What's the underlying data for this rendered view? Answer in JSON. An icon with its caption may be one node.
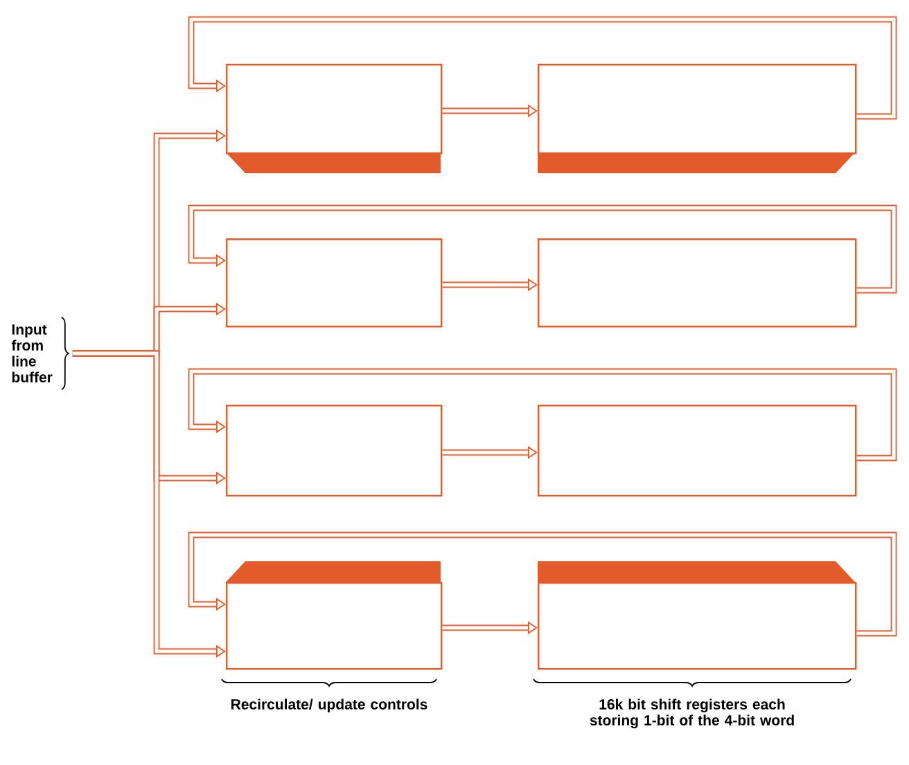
{
  "diagram": {
    "nodes": [
      {
        "text": [
          "Input from line buffer"
        ]
      },
      {
        "text": [],
        "shape": "box"
      },
      {
        "text": [],
        "shape": "box"
      },
      {
        "text": [],
        "shape": "box"
      },
      {
        "text": [],
        "shape": "box"
      },
      {
        "text": [],
        "shape": "box"
      },
      {
        "text": [],
        "shape": "box"
      },
      {
        "text": [],
        "shape": "box"
      },
      {
        "text": [],
        "shape": "box"
      }
    ],
    "edges": [
      {
        "from": 0,
        "to": 1,
        "arrow": "to"
      },
      {
        "from": 0,
        "to": 3,
        "arrow": "to"
      },
      {
        "from": 0,
        "to": 5,
        "arrow": "to"
      },
      {
        "from": 0,
        "to": 7,
        "arrow": "to"
      },
      {
        "from": 1,
        "to": 2,
        "arrow": "to"
      },
      {
        "from": 3,
        "to": 4,
        "arrow": "to"
      },
      {
        "from": 5,
        "to": 6,
        "arrow": "to"
      },
      {
        "from": 7,
        "to": 8,
        "arrow": "to"
      },
      {
        "from": 2,
        "to": 1,
        "arrow": "to"
      },
      {
        "from": 4,
        "to": 3,
        "arrow": "to"
      },
      {
        "from": 6,
        "to": 5,
        "arrow": "to"
      },
      {
        "from": 8,
        "to": 7,
        "arrow": "to"
      }
    ],
    "labels": [
      "Recirculate/ update controls",
      "16k bit shift registers each storing 1-bit of the 4-bit word"
    ]
  }
}
